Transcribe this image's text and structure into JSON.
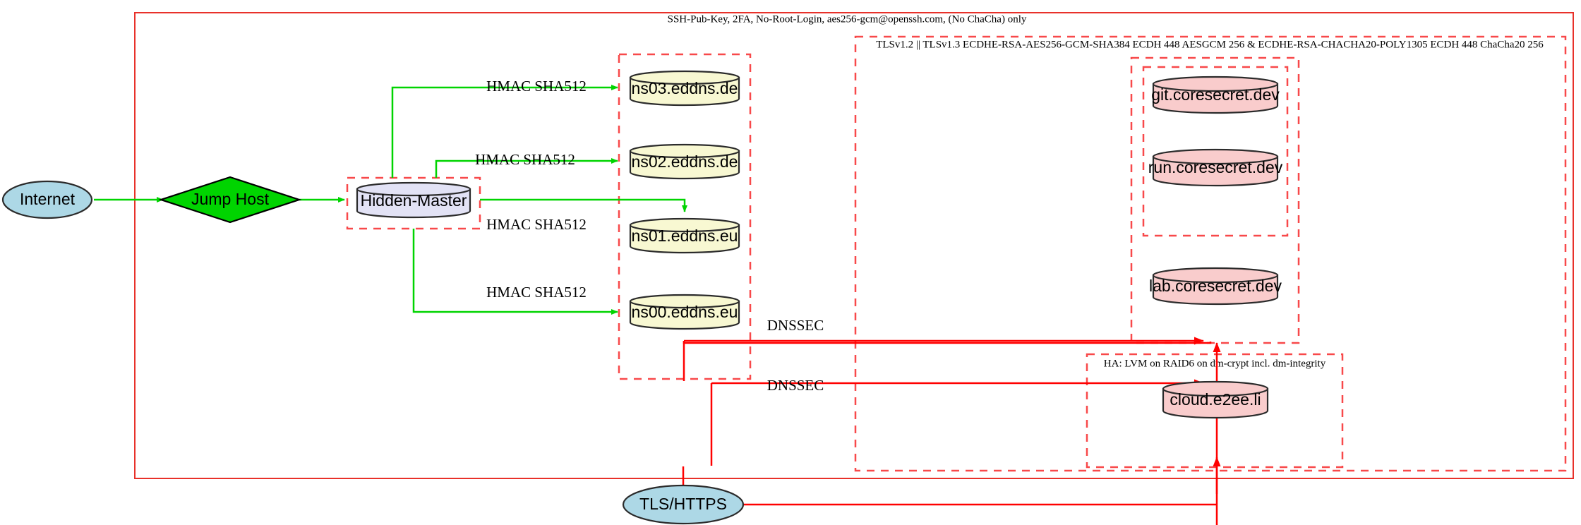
{
  "diagram": {
    "title_label": "SSH-Pub-Key, 2FA, No-Root-Login, aes256-gcm@openssh.com, (No ChaCha) only",
    "tls_cluster_label": "TLSv1.2 || TLSv1.3 ECDHE-RSA-AES256-GCM-SHA384 ECDH 448 AESGCM 256 & ECDHE-RSA-CHACHA20-POLY1305 ECDH 448 ChaCha20 256",
    "ha_cluster_label": "HA: LVM on RAID6 on dm-crypt incl. dm-integrity"
  },
  "colors": {
    "internet_fill": "#add8e6",
    "jumphost_fill": "#00d400",
    "hidden_master_fill": "#e2e2f5",
    "dns_fill": "#f8f8d2",
    "service_fill": "#f9cccc",
    "tls_https_fill": "#add8e6",
    "green_edge": "#00d400",
    "red_edge": "#ff0000",
    "dashed_border": "#f8494a",
    "solid_border": "#e8312a"
  },
  "nodes": {
    "internet": {
      "label": "Internet",
      "shape": "ellipse"
    },
    "jump_host": {
      "label": "Jump Host",
      "shape": "diamond"
    },
    "hidden_master": {
      "label": "Hidden-Master",
      "shape": "cylinder"
    },
    "tls_https": {
      "label": "TLS/HTTPS",
      "shape": "ellipse"
    }
  },
  "dns_servers": [
    {
      "label": "ns03.eddns.de",
      "shape": "cylinder"
    },
    {
      "label": "ns02.eddns.de",
      "shape": "cylinder"
    },
    {
      "label": "ns01.eddns.eu",
      "shape": "cylinder"
    },
    {
      "label": "ns00.eddns.eu",
      "shape": "cylinder"
    }
  ],
  "services": [
    {
      "label": "git.coresecret.dev",
      "shape": "cylinder"
    },
    {
      "label": "run.coresecret.dev",
      "shape": "cylinder"
    },
    {
      "label": "lab.coresecret.dev",
      "shape": "cylinder"
    },
    {
      "label": "cloud.e2ee.li",
      "shape": "cylinder"
    }
  ],
  "edge_labels": {
    "hmac": [
      "HMAC SHA512",
      "HMAC SHA512",
      "HMAC SHA512",
      "HMAC SHA512"
    ],
    "dnssec": [
      "DNSSEC",
      "DNSSEC"
    ]
  }
}
